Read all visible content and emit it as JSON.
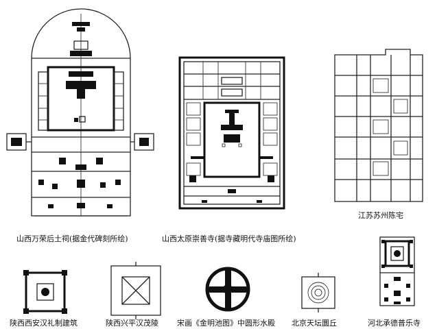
{
  "plans": [
    {
      "id": "wanrong",
      "caption": "山西万荣后土祠(据金代碑刻所绘)"
    },
    {
      "id": "chongshan",
      "caption": "山西太原崇善寺(据寺藏明代寺庙图所绘)"
    },
    {
      "id": "suzhou",
      "caption": "江苏苏州陈宅"
    },
    {
      "id": "xian",
      "caption": "陕西西安汉礼制建筑"
    },
    {
      "id": "maoling",
      "caption": "陕西兴平汉茂陵"
    },
    {
      "id": "shuidian",
      "caption": "宋画《金明池图》中圆形水殿"
    },
    {
      "id": "tiantan",
      "caption": "北京天坛圜丘"
    },
    {
      "id": "yuele",
      "caption": "河北承德普乐寺"
    }
  ]
}
